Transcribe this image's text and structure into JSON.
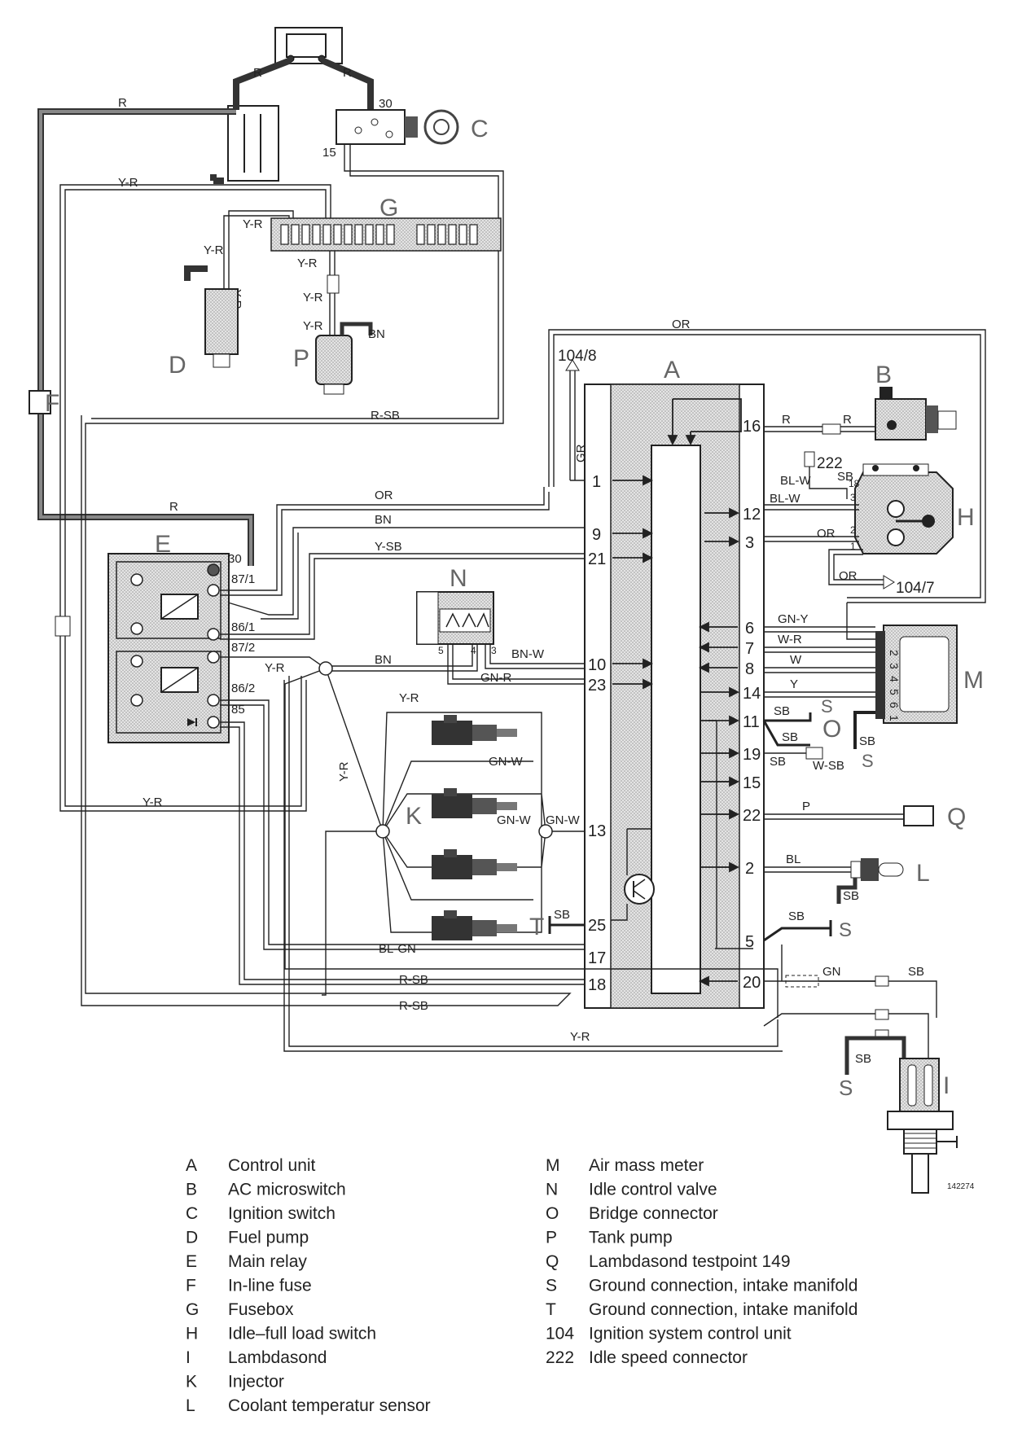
{
  "figure_id": "142274",
  "components": {
    "A": "A",
    "B": "B",
    "C": "C",
    "D": "D",
    "E": "E",
    "F": "F",
    "G": "G",
    "H": "H",
    "I": "I",
    "K": "K",
    "L": "L",
    "M": "M",
    "N": "N",
    "O": "O",
    "P": "P",
    "Q": "Q",
    "S": "S",
    "T": "T"
  },
  "refs": {
    "r104_8": "104/8",
    "r104_7": "104/7",
    "r222": "222"
  },
  "control_unit_pins_left": [
    "1",
    "9",
    "21",
    "10",
    "23",
    "13",
    "25",
    "17",
    "18"
  ],
  "control_unit_pins_right": [
    "16",
    "12",
    "3",
    "6",
    "7",
    "8",
    "14",
    "11",
    "19",
    "15",
    "22",
    "2",
    "5",
    "20"
  ],
  "relay_terminals": [
    "30",
    "87/1",
    "86/1",
    "87/2",
    "86/2",
    "85"
  ],
  "ignition_terminals": [
    "30",
    "15"
  ],
  "air_mass_meter_pins": [
    "2",
    "3",
    "4",
    "5",
    "6",
    "1"
  ],
  "idle_switch_pins": [
    "18",
    "3",
    "2",
    "1"
  ],
  "idle_valve_pins": [
    "5",
    "4",
    "3"
  ],
  "wire_labels": {
    "r_top_left": "R",
    "r_top_right": "R",
    "r_long": "R",
    "r_relay": "R",
    "yr_top": "Y-R",
    "yr_fuse": "Y-R",
    "yr_pump_a": "Y-R",
    "yr_pump_b": "Y-R",
    "yr_tank_a": "Y-R",
    "yr_tank_b": "Y-R",
    "yr_tank_c": "Y-R",
    "bn_tank": "BN",
    "rsb_top": "R-SB",
    "or_top": "OR",
    "gr": "GR",
    "or_mid": "OR",
    "bn_mid": "BN",
    "ysb": "Y-SB",
    "bn_valve": "BN",
    "bnw": "BN-W",
    "gnr": "GN-R",
    "yr_relay": "Y-R",
    "yr_inj": "Y-R",
    "yr_vert": "Y-R",
    "yr_bottom_left": "Y-R",
    "gnw_a": "GN-W",
    "gnw_b": "GN-W",
    "gnw_c": "GN-W",
    "sb_t": "SB",
    "blgn": "BL-GN",
    "rsb_a": "R-SB",
    "rsb_b": "R-SB",
    "yr_bottom": "Y-R",
    "r_b1": "R",
    "r_b2": "R",
    "blw_a": "BL-W",
    "blw_b": "BL-W",
    "sb_h": "SB",
    "or_h": "OR",
    "or_h2": "OR",
    "gny": "GN-Y",
    "wr": "W-R",
    "w": "W",
    "y": "Y",
    "sb_o1": "SB",
    "sb_o2": "SB",
    "sb_o3": "SB",
    "wsb": "W-SB",
    "sb_m": "SB",
    "p": "P",
    "bl": "BL",
    "sb_l": "SB",
    "sb_5": "SB",
    "gn": "GN",
    "sb_i": "SB",
    "sb_i2": "SB"
  },
  "legend_left": [
    {
      "key": "A",
      "text": "Control unit"
    },
    {
      "key": "B",
      "text": "AC microswitch"
    },
    {
      "key": "C",
      "text": "Ignition switch"
    },
    {
      "key": "D",
      "text": "Fuel pump"
    },
    {
      "key": "E",
      "text": "Main relay"
    },
    {
      "key": "F",
      "text": "In-line fuse"
    },
    {
      "key": "G",
      "text": "Fusebox"
    },
    {
      "key": "H",
      "text": "Idle–full load switch"
    },
    {
      "key": "I",
      "text": "Lambdasond"
    },
    {
      "key": "K",
      "text": "Injector"
    },
    {
      "key": "L",
      "text": "Coolant temperatur sensor"
    }
  ],
  "legend_right": [
    {
      "key": "M",
      "text": "Air mass meter"
    },
    {
      "key": "N",
      "text": "Idle control valve"
    },
    {
      "key": "O",
      "text": "Bridge connector"
    },
    {
      "key": "P",
      "text": "Tank pump"
    },
    {
      "key": "Q",
      "text": "Lambdasond testpoint 149"
    },
    {
      "key": "S",
      "text": "Ground connection, intake manifold"
    },
    {
      "key": "T",
      "text": "Ground connection, intake manifold"
    },
    {
      "key": "104",
      "text": "Ignition system control unit"
    },
    {
      "key": "222",
      "text": "Idle speed connector"
    }
  ]
}
